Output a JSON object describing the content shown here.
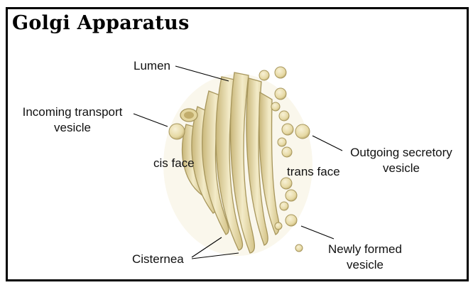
{
  "title": "Golgi Apparatus",
  "labels": {
    "lumen": "Lumen",
    "incoming": [
      "Incoming transport",
      "vesicle"
    ],
    "cis_face": "cis face",
    "trans_face": "trans face",
    "outgoing": [
      "Outgoing secretory",
      "vesicle"
    ],
    "newly_formed": [
      "Newly formed",
      "vesicle"
    ],
    "cisternea": "Cisternea"
  },
  "colors": {
    "fill": "#ece2b4",
    "shade": "#c9b77a",
    "outline": "#a7965c",
    "highlight": "#f8f1d6"
  }
}
